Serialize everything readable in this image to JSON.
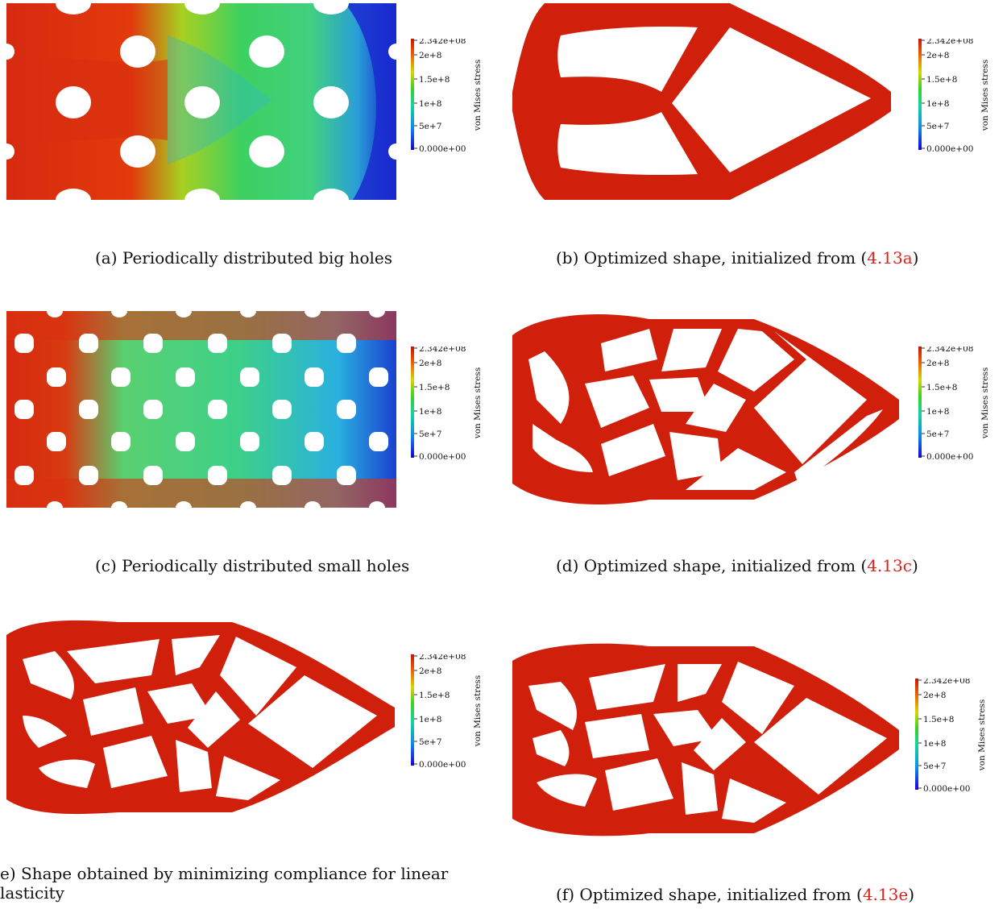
{
  "colorbar": {
    "ticks": [
      "2.342e+08",
      "2e+8",
      "1.5e+8",
      "1e+8",
      "5e+7",
      "0.000e+00"
    ],
    "title": "von Mises stress",
    "colors": [
      "#1c00d6",
      "#0aa6d6",
      "#12d048",
      "#c4d400",
      "#e85a00",
      "#cc1b0b"
    ]
  },
  "panels": [
    {
      "id": "a",
      "caption": "(a) Periodically distributed big holes",
      "ref": ""
    },
    {
      "id": "b",
      "caption": "(b) Optimized shape, initialized from (",
      "ref": "4.13a",
      "close": ")"
    },
    {
      "id": "c",
      "caption": "(c) Periodically distributed small holes",
      "ref": ""
    },
    {
      "id": "d",
      "caption": "(d) Optimized shape, initialized from (",
      "ref": "4.13c",
      "close": ")"
    },
    {
      "id": "e",
      "caption": "e) Shape obtained by minimizing compliance for linear",
      "caption2": "lasticity",
      "ref": ""
    },
    {
      "id": "f",
      "caption": "(f) Optimized shape, initialized from (",
      "ref": "4.13e",
      "close": ")"
    }
  ]
}
